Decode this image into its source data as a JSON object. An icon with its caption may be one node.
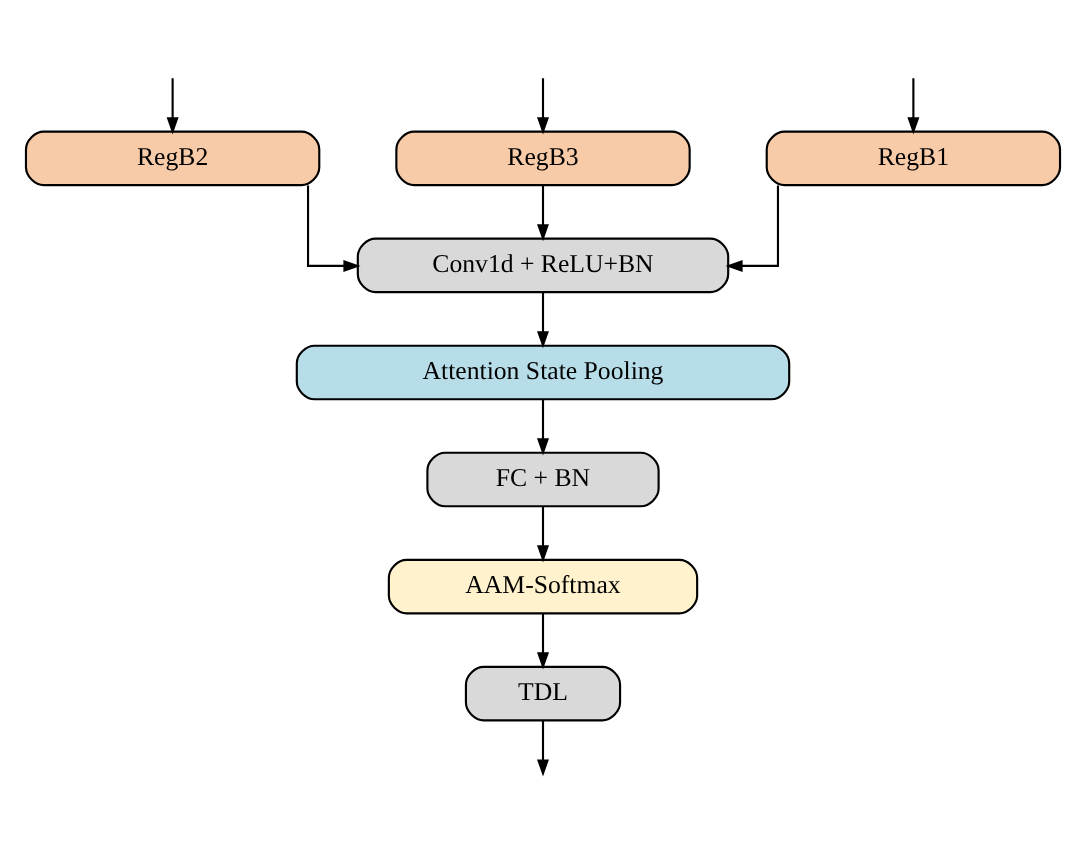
{
  "diagram": {
    "nodes": [
      {
        "text": [
          "RegB1"
        ]
      },
      {
        "text": [
          "RegB2"
        ]
      },
      {
        "text": [
          "RegB3"
        ]
      },
      {
        "text": [
          "Conv1d + ReLU+BN"
        ]
      },
      {
        "text": [
          "Attention State Pooling"
        ]
      },
      {
        "text": [
          "FC + BN"
        ]
      },
      {
        "text": [
          "AAM-Softmax"
        ]
      },
      {
        "text": [
          "TDL"
        ]
      }
    ],
    "edges": [
      {
        "from": null,
        "to": 0,
        "arrow": "to"
      },
      {
        "from": null,
        "to": 1,
        "arrow": "to"
      },
      {
        "from": null,
        "to": 2,
        "arrow": "to"
      },
      {
        "from": 0,
        "to": 3,
        "arrow": "to"
      },
      {
        "from": 1,
        "to": 3,
        "arrow": "to"
      },
      {
        "from": 2,
        "to": 3,
        "arrow": "to"
      },
      {
        "from": 3,
        "to": 4,
        "arrow": "to"
      },
      {
        "from": 4,
        "to": 5,
        "arrow": "to"
      },
      {
        "from": 5,
        "to": 6,
        "arrow": "to"
      },
      {
        "from": 6,
        "to": 7,
        "arrow": "to"
      },
      {
        "from": 7,
        "to": null,
        "arrow": "to"
      }
    ]
  }
}
